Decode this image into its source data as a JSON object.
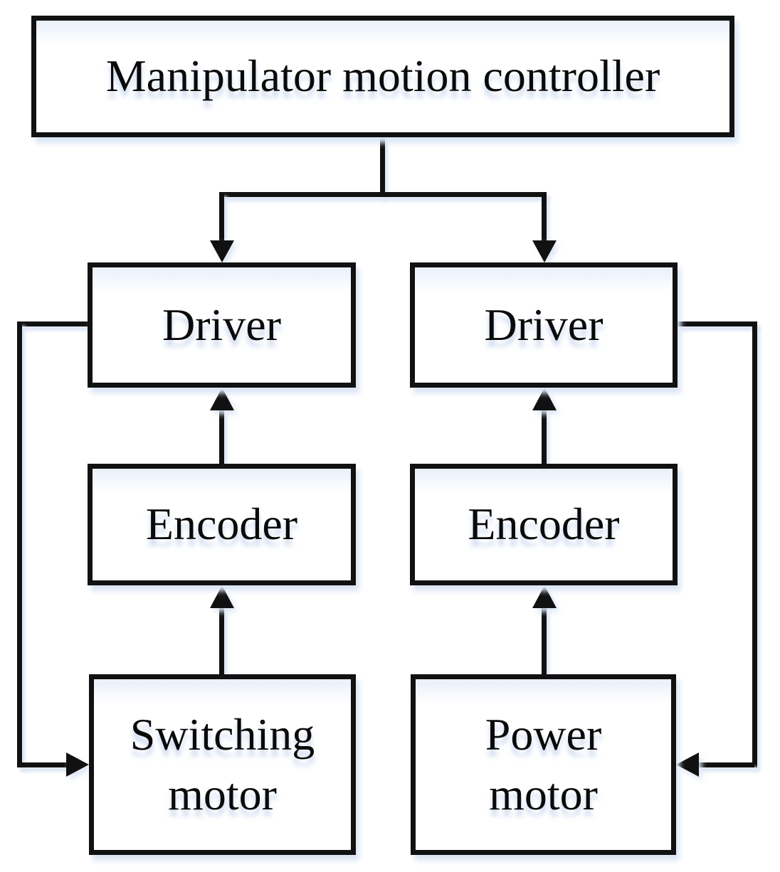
{
  "diagram": {
    "type": "flowchart",
    "title": "Manipulator motion controller block diagram",
    "nodes": {
      "controller": {
        "label": "Manipulator motion controller"
      },
      "driver_left": {
        "label": "Driver"
      },
      "driver_right": {
        "label": "Driver"
      },
      "encoder_left": {
        "label": "Encoder"
      },
      "encoder_right": {
        "label": "Encoder"
      },
      "switching_motor": {
        "label": "Switching motor",
        "line1": "Switching",
        "line2": "motor"
      },
      "power_motor": {
        "label": "Power motor",
        "line1": "Power",
        "line2": "motor"
      }
    },
    "edges": [
      {
        "from": "controller",
        "to": "driver_left",
        "type": "arrow",
        "route": "branch-down"
      },
      {
        "from": "controller",
        "to": "driver_right",
        "type": "arrow",
        "route": "branch-down"
      },
      {
        "from": "encoder_left",
        "to": "driver_left",
        "type": "arrow",
        "route": "straight-up"
      },
      {
        "from": "encoder_right",
        "to": "driver_right",
        "type": "arrow",
        "route": "straight-up"
      },
      {
        "from": "switching_motor",
        "to": "encoder_left",
        "type": "arrow",
        "route": "straight-up"
      },
      {
        "from": "power_motor",
        "to": "encoder_right",
        "type": "arrow",
        "route": "straight-up"
      },
      {
        "from": "driver_left",
        "to": "switching_motor",
        "type": "arrow",
        "route": "left-side-feedback"
      },
      {
        "from": "driver_right",
        "to": "power_motor",
        "type": "arrow",
        "route": "right-side-feedback"
      }
    ],
    "colors": {
      "line": "#111111",
      "box_fill": "#ffffff",
      "box_inner_glow": "#e9effa",
      "glow": "#dbe5f4",
      "text": "#0a0a0a",
      "background": "#ffffff"
    }
  }
}
